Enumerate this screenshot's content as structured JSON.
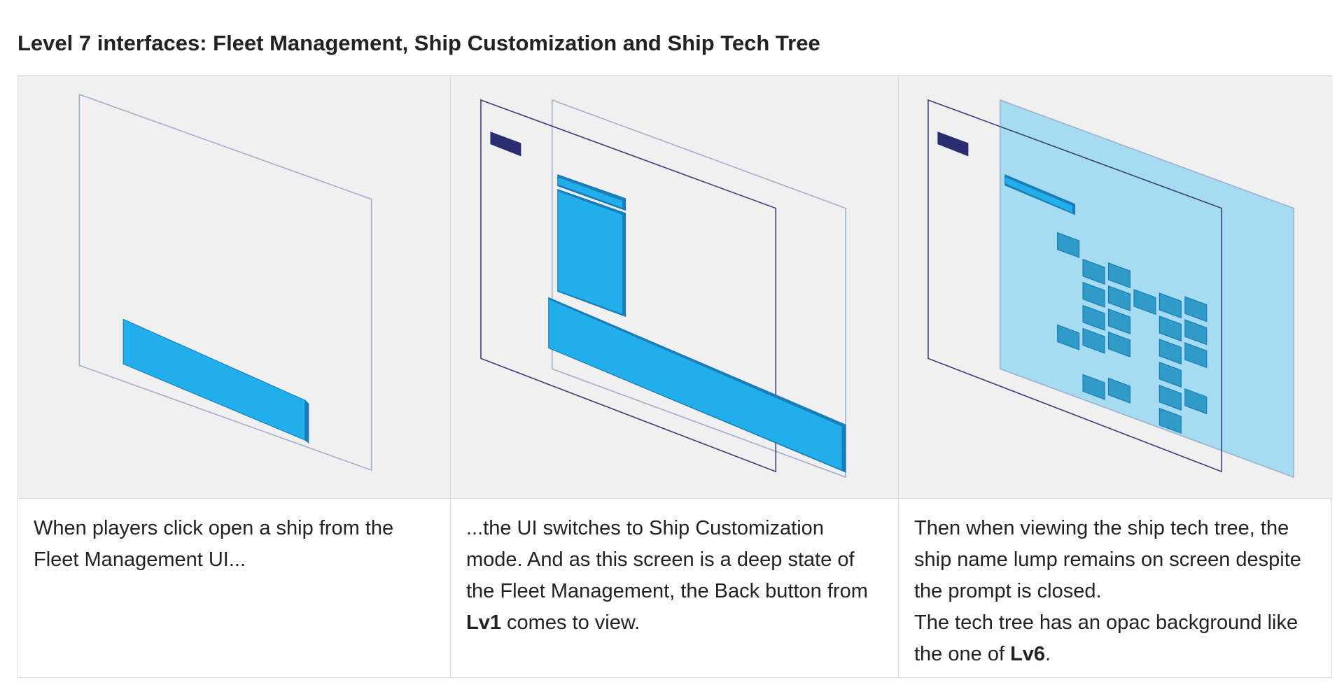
{
  "title": "Level 7 interfaces: Fleet Management, Ship Customization and Ship Tech Tree",
  "panels": [
    {
      "caption": [
        {
          "text": "When players click open a ship from the Fleet Management UI...",
          "bold": false
        }
      ]
    },
    {
      "caption": [
        {
          "text": "...the UI switches to Ship Customization mode. And as this screen is a deep state of the Fleet Management, the Back button from ",
          "bold": false
        },
        {
          "text": "Lv1",
          "bold": true
        },
        {
          "text": " comes to view.",
          "bold": false
        }
      ]
    },
    {
      "caption": [
        {
          "text": "Then when viewing the ship tech tree, the ship name lump remains on screen despite the prompt is closed.",
          "bold": false
        },
        {
          "text": "\n",
          "bold": false
        },
        {
          "text": "The tech tree has an opac background like the one of ",
          "bold": false
        },
        {
          "text": "Lv6",
          "bold": true
        },
        {
          "text": ".",
          "bold": false
        }
      ]
    }
  ],
  "colors": {
    "figure_bg": "#f0f0f0",
    "plane_light": "#9fb0cc",
    "plane_dark": "#3c3f7a",
    "block_fill": "#22aeea",
    "block_edge": "#1a7db7",
    "back_button": "#2a2d6e",
    "tech_bg": "#a5dcf2",
    "tech_node": "#2f9bc6"
  }
}
